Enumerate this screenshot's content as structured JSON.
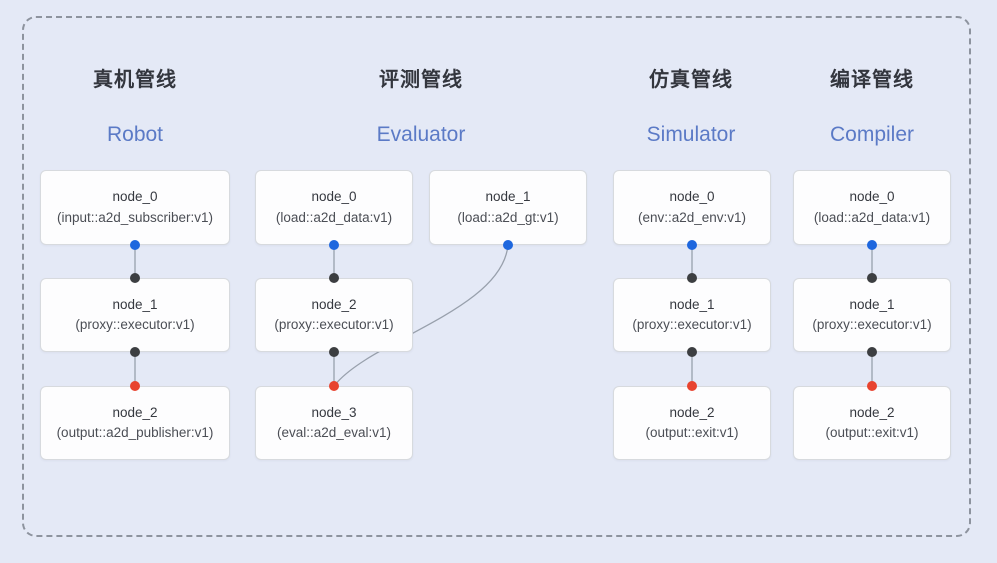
{
  "canvas": {
    "background": "#e4e9f6",
    "frame_border_color": "#8d939e"
  },
  "colors": {
    "source_port_dot": "#1e67de",
    "intermediate_port_dot": "#3c3e41",
    "terminal_port_dot": "#e8432f",
    "edge_line": "#98a0ac",
    "title_zh": "#33363e",
    "title_en": "#5b7ac6",
    "node_background": "#fdfdfe",
    "node_border": "#d7dade"
  },
  "pipelines": [
    {
      "title_zh": "真机管线",
      "title_en": "Robot",
      "nodes": [
        {
          "label": "node_0",
          "type": "(input::a2d_subscriber:v1)"
        },
        {
          "label": "node_1",
          "type": "(proxy::executor:v1)"
        },
        {
          "label": "node_2",
          "type": "(output::a2d_publisher:v1)"
        }
      ]
    },
    {
      "title_zh": "评测管线",
      "title_en": "Evaluator",
      "nodes": [
        {
          "label": "node_0",
          "type": "(load::a2d_data:v1)"
        },
        {
          "label": "node_1",
          "type": "(load::a2d_gt:v1)"
        },
        {
          "label": "node_2",
          "type": "(proxy::executor:v1)"
        },
        {
          "label": "node_3",
          "type": "(eval::a2d_eval:v1)"
        }
      ]
    },
    {
      "title_zh": "仿真管线",
      "title_en": "Simulator",
      "nodes": [
        {
          "label": "node_0",
          "type": "(env::a2d_env:v1)"
        },
        {
          "label": "node_1",
          "type": "(proxy::executor:v1)"
        },
        {
          "label": "node_2",
          "type": "(output::exit:v1)"
        }
      ]
    },
    {
      "title_zh": "编译管线",
      "title_en": "Compiler",
      "nodes": [
        {
          "label": "node_0",
          "type": "(load::a2d_data:v1)"
        },
        {
          "label": "node_1",
          "type": "(proxy::executor:v1)"
        },
        {
          "label": "node_2",
          "type": "(output::exit:v1)"
        }
      ]
    }
  ]
}
